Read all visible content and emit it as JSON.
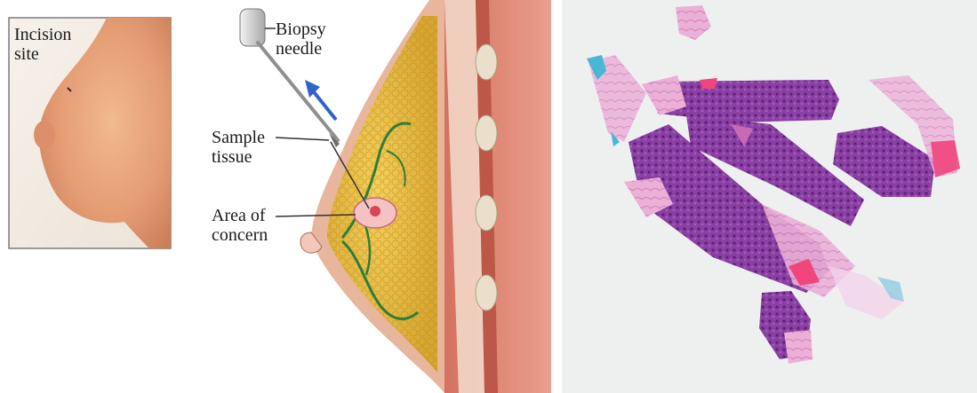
{
  "panels": {
    "incision": {
      "label": "Incision\nsite"
    },
    "anatomy": {
      "labels": {
        "biopsy_needle": "Biopsy\nneedle",
        "sample_tissue": "Sample\ntissue",
        "area_of_concern": "Area of\nconcern"
      }
    },
    "histology": {
      "description_colors": {
        "tissue_purple": "#8a3fa3",
        "stroma_pink": "#e58ac4",
        "ink_blue": "#49b6d6",
        "background": "#eef0ef"
      }
    }
  }
}
